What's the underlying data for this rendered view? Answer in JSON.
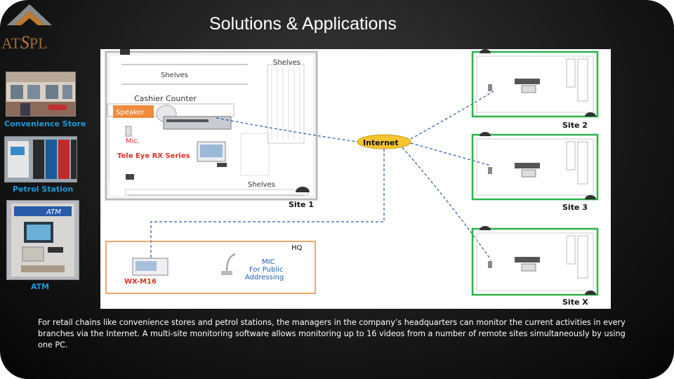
{
  "slide": {
    "title": "Solutions & Applications",
    "logo": {
      "name": "ATSPL",
      "text_a": "AT",
      "text_s": "S",
      "text_pl": "PL"
    },
    "thumbnails": [
      {
        "label": "Convenience Store"
      },
      {
        "label": "Petrol Station"
      },
      {
        "label": "ATM"
      }
    ],
    "caption": "For retail chains like convenience stores and petrol stations, the managers in the company’s headquarters can monitor the current activities in every branches via the Internet.  A multi-site monitoring software allows monitoring up to 16 videos from a number of remote sites simultaneously by using one PC."
  },
  "diagram": {
    "site1": {
      "shelves_top_left": "Shelves",
      "shelves_top_right": "Shelves",
      "cashier": "Cashier Counter",
      "speaker": "Speaker",
      "mic": "Mic.",
      "product": "Tele Eye RX Series",
      "shelves_bottom": "Shelves",
      "site_label": "Site 1"
    },
    "internet": "Internet",
    "hq": {
      "label": "HQ",
      "device": "WX-M16",
      "mic_line1": "MIC",
      "mic_line2": "For Public",
      "mic_line3": "Addressing"
    },
    "remote_sites": [
      "Site 2",
      "Site 3",
      "Site X"
    ],
    "atm_sign": "ATM",
    "colors": {
      "green": "#2bb24c",
      "orange": "#f08a3c",
      "dashed": "#2a5aa8",
      "label_red": "#d8302a",
      "blue_text": "#1e5fb0"
    }
  }
}
